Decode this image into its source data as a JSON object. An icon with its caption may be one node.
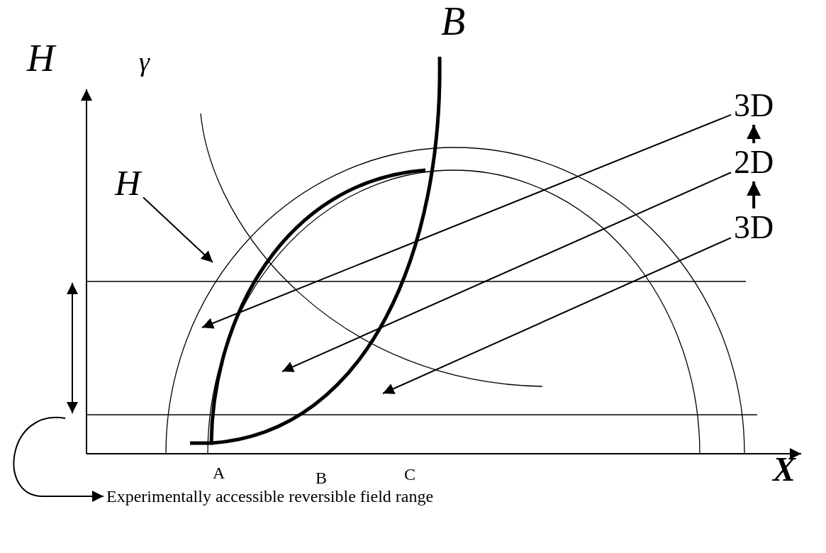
{
  "diagram": {
    "nodes": [
      {
        "text": [
          "3D"
        ]
      },
      {
        "text": [
          "2D"
        ]
      },
      {
        "text": [
          "3D"
        ]
      },
      {
        "text": [
          "H"
        ]
      },
      {
        "text": [
          "Experimentally accessible reversible field range"
        ]
      }
    ],
    "edges": [
      {
        "from": 0,
        "to": null,
        "arrow": "to"
      },
      {
        "from": 1,
        "to": null,
        "arrow": "to"
      },
      {
        "from": 2,
        "to": null,
        "arrow": "to"
      },
      {
        "from": 3,
        "to": null,
        "arrow": "to"
      },
      {
        "from": 2,
        "to": 1,
        "arrow": "to",
        "style": "thick"
      },
      {
        "from": 1,
        "to": 0,
        "arrow": "to",
        "style": "thick"
      },
      {
        "from": null,
        "to": 4,
        "arrow": "to"
      }
    ],
    "labels": [
      "B",
      "H",
      "γ",
      "A",
      "B",
      "C",
      "X"
    ]
  }
}
